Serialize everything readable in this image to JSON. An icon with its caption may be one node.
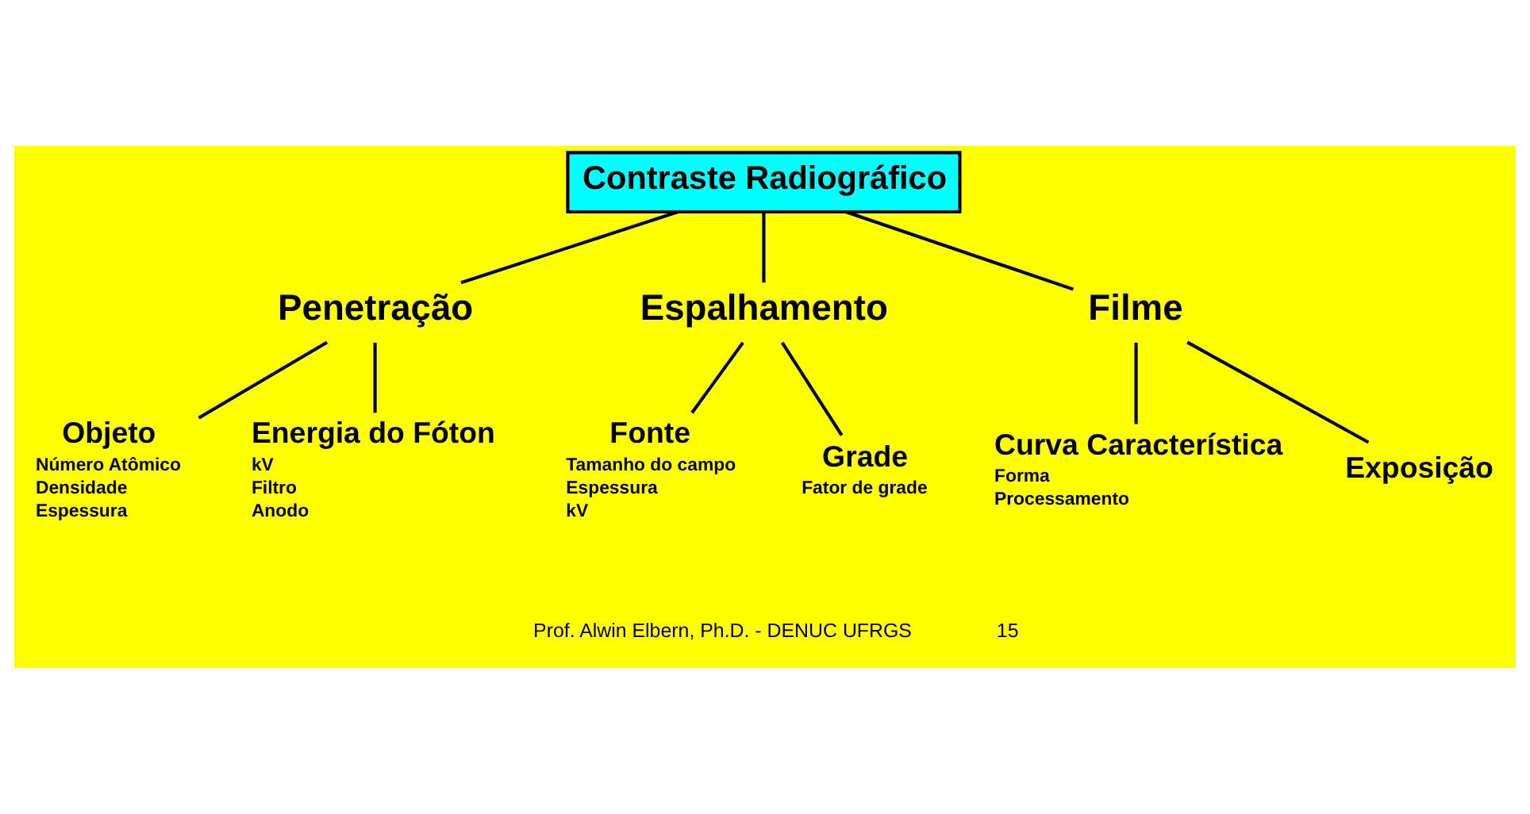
{
  "diagram": {
    "nodes": [
      {
        "text": [
          "Contraste Radiográfico"
        ]
      },
      {
        "text": [
          "Penetração"
        ]
      },
      {
        "text": [
          "Espalhamento"
        ]
      },
      {
        "text": [
          "Filme"
        ]
      },
      {
        "text": [
          "Objeto",
          "Número Atômico",
          "Densidade",
          "Espessura"
        ]
      },
      {
        "text": [
          "Energia do Fóton",
          "kV",
          "Filtro",
          "Anodo"
        ]
      },
      {
        "text": [
          "Fonte",
          "Tamanho do campo",
          "Espessura",
          "kV"
        ]
      },
      {
        "text": [
          "Grade",
          "Fator de grade"
        ]
      },
      {
        "text": [
          "Curva Característica",
          "Forma",
          "Processamento"
        ]
      },
      {
        "text": [
          "Exposição"
        ]
      }
    ],
    "edges": [
      {
        "from": 0,
        "to": 1,
        "arrow": "none"
      },
      {
        "from": 0,
        "to": 2,
        "arrow": "none"
      },
      {
        "from": 0,
        "to": 3,
        "arrow": "none"
      },
      {
        "from": 1,
        "to": 4,
        "arrow": "none"
      },
      {
        "from": 1,
        "to": 5,
        "arrow": "none"
      },
      {
        "from": 2,
        "to": 6,
        "arrow": "none"
      },
      {
        "from": 2,
        "to": 7,
        "arrow": "none"
      },
      {
        "from": 3,
        "to": 8,
        "arrow": "none"
      },
      {
        "from": 3,
        "to": 9,
        "arrow": "none"
      }
    ],
    "labels": [
      "Prof. Alwin Elbern, Ph.D. - DENUC UFRGS",
      "15"
    ]
  }
}
